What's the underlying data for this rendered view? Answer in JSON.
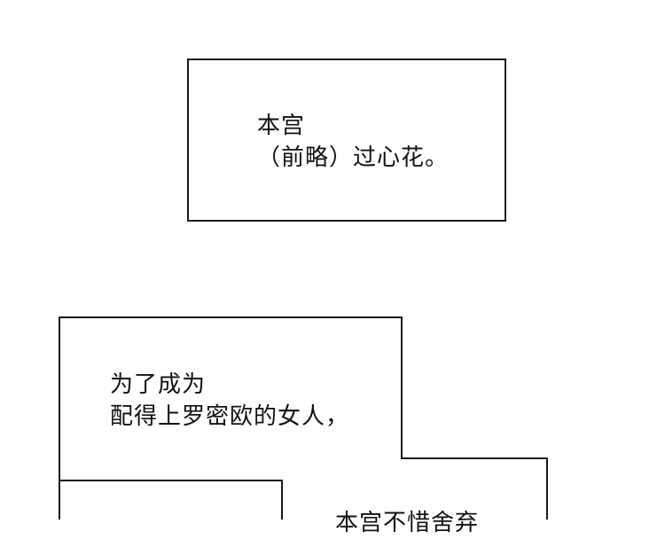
{
  "caption_box_1": {
    "line_1": "本宫",
    "line_2": "（前略）过心花。"
  },
  "caption_box_2": {
    "line_1": "为了成为",
    "line_2": "配得上罗密欧的女人，"
  },
  "caption_box_3": {
    "line_1": "本宫不惜舍弃"
  }
}
